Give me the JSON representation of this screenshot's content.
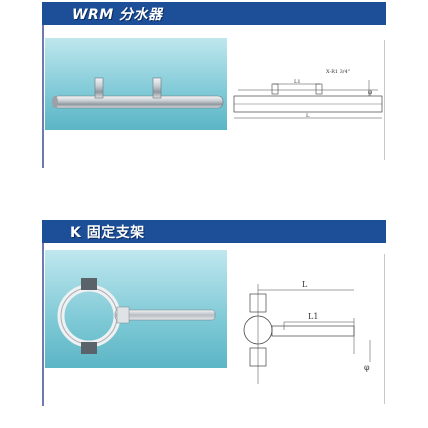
{
  "sections": [
    {
      "header_title": "WRM  分水器",
      "drawing": {
        "label_size": "X-R1 3/4\"",
        "label_l1": "L1",
        "label_l": "L",
        "label_phi": "φ"
      }
    },
    {
      "header_title": "K  固定支架",
      "drawing": {
        "label_l": "L",
        "label_l1": "L1",
        "label_phi": "φ"
      }
    }
  ],
  "colors": {
    "header_bg": "#1d4f99",
    "accent_line": "#6f7bb0",
    "photo_bg": "#7ec9d6"
  }
}
